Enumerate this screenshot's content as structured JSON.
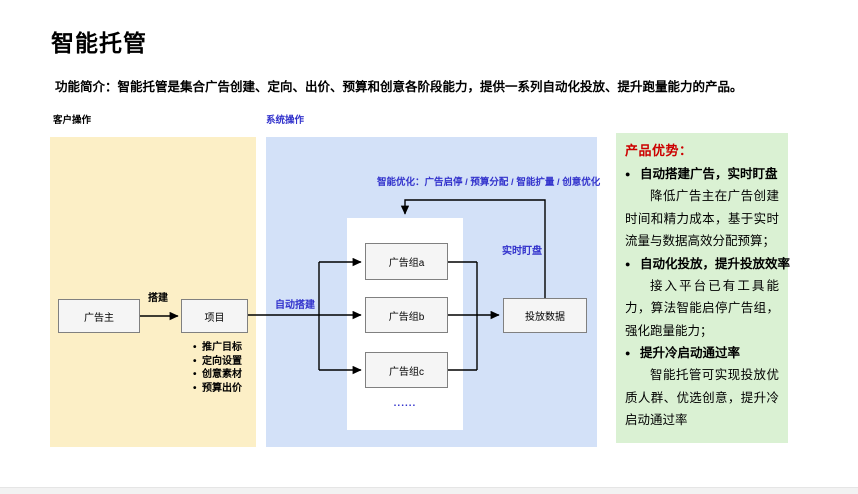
{
  "page": {
    "title": "智能托管",
    "subtitle": "功能简介：智能托管是集合广告创建、定向、出价、预算和创意各阶段能力，提供一系列自动化投放、提升跑量能力的产品。"
  },
  "lanes": {
    "customer_label": "客户操作",
    "system_label": "系统操作"
  },
  "flow": {
    "advertiser": "广告主",
    "project": "项目",
    "build_label": "搭建",
    "auto_build_label": "自动搭建",
    "smart_opt_label": "智能优化：广告启停 / 预算分配 / 智能扩量 / 创意优化",
    "realtime_label": "实时盯盘",
    "delivery_data": "投放数据",
    "ellipsis": "......",
    "project_bullets": [
      "推广目标",
      "定向设置",
      "创意素材",
      "预算出价"
    ],
    "ad_groups": [
      "广告组a",
      "广告组b",
      "广告组c"
    ]
  },
  "advantages": {
    "heading": "产品优势：",
    "items": [
      {
        "title": "自动搭建广告，实时盯盘",
        "body": "降低广告主在广告创建时间和精力成本，基于实时流量与数据高效分配预算；"
      },
      {
        "title": "自动化投放，提升投放效率",
        "body": "接入平台已有工具能力，算法智能启停广告组，强化跑量能力；"
      },
      {
        "title": "提升冷启动通过率",
        "body": "智能托管可实现投放优质人群、优选创意，提升冷启动通过率"
      }
    ]
  },
  "colors": {
    "customer_panel": "#fcefc6",
    "system_panel": "#d3e1f8",
    "advantages_panel": "#daf1d3",
    "accent_blue": "#3333cc",
    "accent_red": "#cc0000",
    "node_fill": "#f5f5f5",
    "node_border": "#808080"
  }
}
